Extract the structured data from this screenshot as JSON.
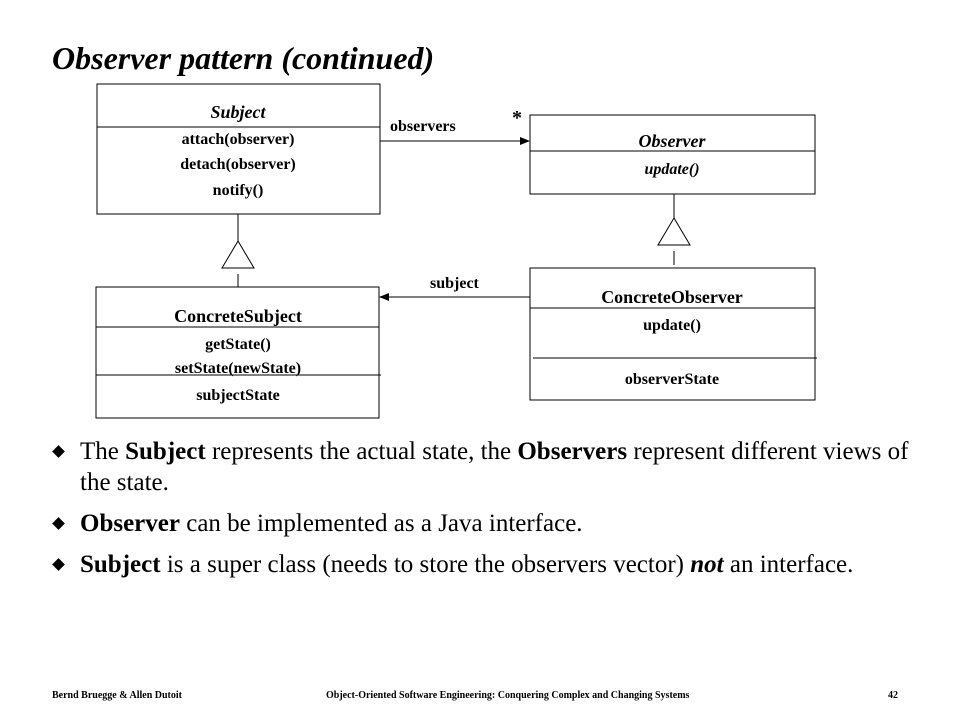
{
  "slide": {
    "title": "Observer pattern (continued)"
  },
  "diagram": {
    "subject": {
      "name": "Subject",
      "operations": [
        "attach(observer)",
        "detach(observer)",
        "notify()"
      ]
    },
    "observer": {
      "name": "Observer",
      "operations": [
        "update()"
      ]
    },
    "concrete_subject": {
      "name": "ConcreteSubject",
      "operations": [
        "getState()",
        "setState(newState)"
      ],
      "attributes": [
        "subjectState"
      ]
    },
    "concrete_observer": {
      "name": "ConcreteObserver",
      "operations": [
        "update()"
      ],
      "attributes": [
        "observerState"
      ]
    },
    "associations": {
      "observers_role": "observers",
      "observers_multiplicity": "*",
      "subject_role": "subject"
    }
  },
  "bullets": [
    {
      "parts": [
        {
          "text": "The ",
          "style": "normal"
        },
        {
          "text": "Subject",
          "style": "bold"
        },
        {
          "text": " represents the actual state, the ",
          "style": "normal"
        },
        {
          "text": "Observers",
          "style": "bold"
        },
        {
          "text": " represent different views of the state.",
          "style": "normal"
        }
      ]
    },
    {
      "parts": [
        {
          "text": "Observer",
          "style": "bold"
        },
        {
          "text": " can  be implemented as a Java interface.",
          "style": "normal"
        }
      ]
    },
    {
      "parts": [
        {
          "text": "Subject",
          "style": "bold"
        },
        {
          "text": " is a super class (needs to store the observers vector) ",
          "style": "normal"
        },
        {
          "text": "not",
          "style": "bold-italic"
        },
        {
          "text": " an interface.",
          "style": "normal"
        }
      ]
    }
  ],
  "footer": {
    "authors": "Bernd Bruegge & Allen Dutoit",
    "book": "Object-Oriented Software Engineering: Conquering Complex and Changing Systems",
    "page": "42"
  }
}
